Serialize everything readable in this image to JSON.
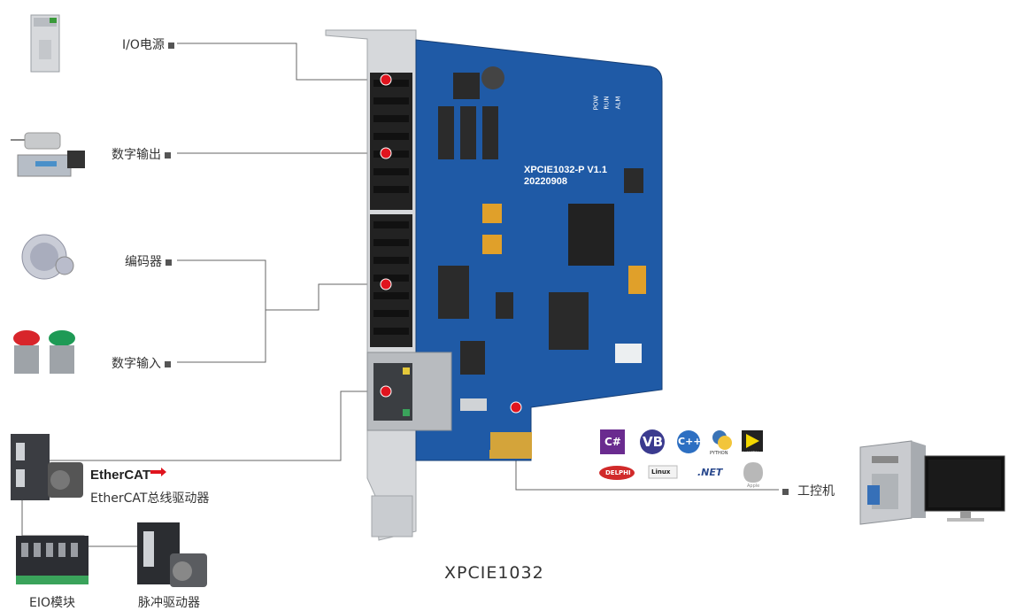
{
  "labels": {
    "io_power": "I/O电源",
    "digital_output": "数字输出",
    "encoder": "编码器",
    "digital_input": "数字输入",
    "ethercat_driver": "EtherCAT总线驱动器",
    "eio_module": "EIO模块",
    "pulse_driver": "脉冲驱动器",
    "ipc": "工控机"
  },
  "board": {
    "model": "XPCIE1032-P V1.1",
    "date": "20220908",
    "leds": [
      "POW",
      "RUN",
      "ALM"
    ]
  },
  "ethercat_logo": "EtherCAT",
  "caption": "XPCIE1032",
  "software_icons": [
    "C#",
    "VB",
    "C++",
    "PYTHON",
    "LabVIEW",
    "DELPHI",
    "Linux",
    ".NET",
    "Apple"
  ],
  "colors": {
    "pcb": "#1f5aa6",
    "marker": "#e0141e",
    "line": "#555555"
  }
}
